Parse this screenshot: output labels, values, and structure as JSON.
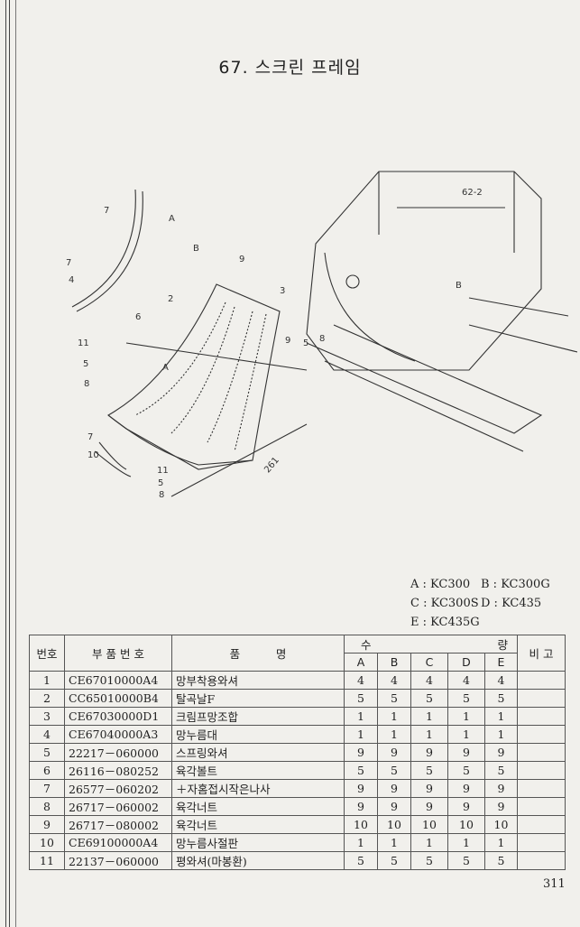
{
  "title": "67. 스크린 프레임",
  "diagram": {
    "callouts": [
      "7",
      "A",
      "7",
      "4",
      "B",
      "9",
      "2",
      "6",
      "3",
      "11",
      "5",
      "8",
      "A",
      "9",
      "5",
      "8",
      "62-2",
      "B",
      "7",
      "10",
      "11",
      "5",
      "8",
      "261"
    ]
  },
  "legend": [
    {
      "key": "A",
      "model": "A : KC300"
    },
    {
      "key": "B",
      "model": "B : KC300G"
    },
    {
      "key": "C",
      "model": "C : KC300S"
    },
    {
      "key": "D",
      "model": "D : KC435"
    },
    {
      "key": "E",
      "model": "E : KC435G"
    }
  ],
  "table": {
    "headers": {
      "no": "번호",
      "part_no": "부 품 번 호",
      "name": "품          명",
      "qty_left": "수",
      "qty_right": "량",
      "remark": "비 고",
      "models": [
        "A",
        "B",
        "C",
        "D",
        "E"
      ]
    },
    "rows": [
      {
        "no": "1",
        "part_no": "CE67010000A4",
        "name": "망부착용와셔",
        "qty": [
          "4",
          "4",
          "4",
          "4",
          "4"
        ]
      },
      {
        "no": "2",
        "part_no": "CC65010000B4",
        "name": "탈곡날F",
        "qty": [
          "5",
          "5",
          "5",
          "5",
          "5"
        ]
      },
      {
        "no": "3",
        "part_no": "CE67030000D1",
        "name": "크림프망조합",
        "qty": [
          "1",
          "1",
          "1",
          "1",
          "1"
        ]
      },
      {
        "no": "4",
        "part_no": "CE67040000A3",
        "name": "망누름대",
        "qty": [
          "1",
          "1",
          "1",
          "1",
          "1"
        ]
      },
      {
        "no": "5",
        "part_no": "22217－060000",
        "name": "스프링와셔",
        "qty": [
          "9",
          "9",
          "9",
          "9",
          "9"
        ]
      },
      {
        "no": "6",
        "part_no": "26116－080252",
        "name": "육각볼트",
        "qty": [
          "5",
          "5",
          "5",
          "5",
          "5"
        ]
      },
      {
        "no": "7",
        "part_no": "26577－060202",
        "name": "＋자홈접시작은나사",
        "qty": [
          "9",
          "9",
          "9",
          "9",
          "9"
        ]
      },
      {
        "no": "8",
        "part_no": "26717－060002",
        "name": "육각너트",
        "qty": [
          "9",
          "9",
          "9",
          "9",
          "9"
        ]
      },
      {
        "no": "9",
        "part_no": "26717－080002",
        "name": "육각너트",
        "qty": [
          "10",
          "10",
          "10",
          "10",
          "10"
        ]
      },
      {
        "no": "10",
        "part_no": "CE69100000A4",
        "name": "망누름사절판",
        "qty": [
          "1",
          "1",
          "1",
          "1",
          "1"
        ]
      },
      {
        "no": "11",
        "part_no": "22137－060000",
        "name": "평와셔(마봉환)",
        "qty": [
          "5",
          "5",
          "5",
          "5",
          "5"
        ]
      }
    ]
  },
  "page_number": "311"
}
